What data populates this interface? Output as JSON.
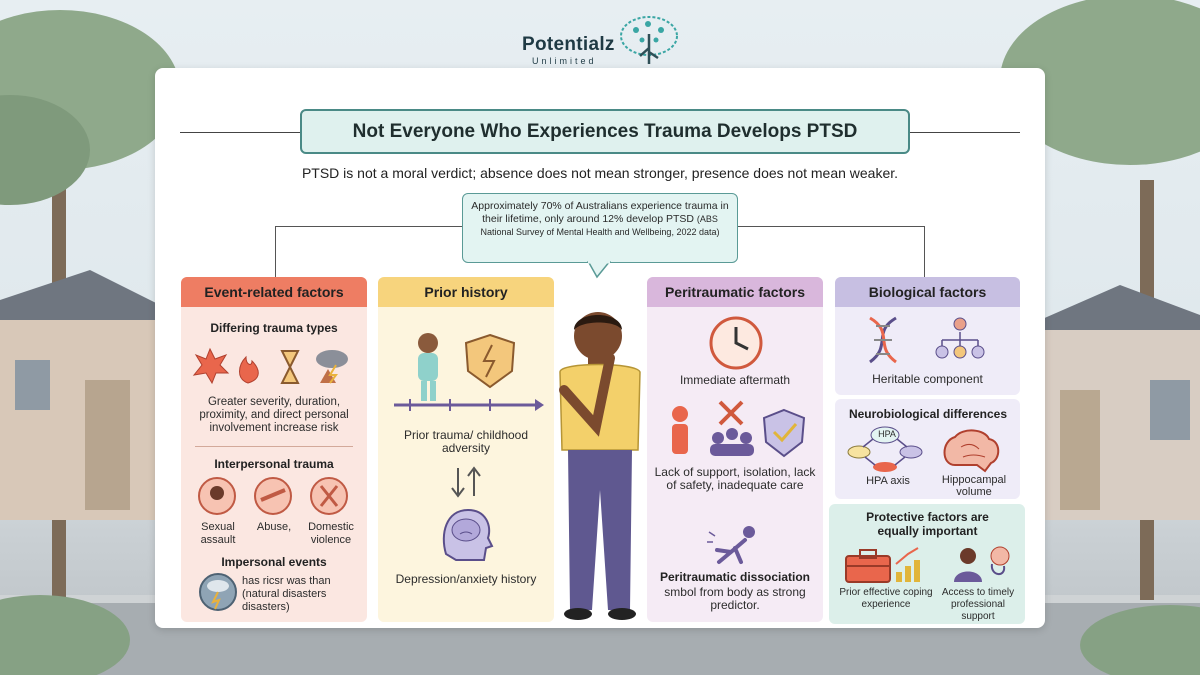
{
  "logo": {
    "name": "Potentialz",
    "sub": "Unlimited"
  },
  "title": "Not Everyone Who Experiences Trauma Develops PTSD",
  "subtitle": "PTSD is not a moral verdict; absence does not mean stronger, presence does not mean weaker.",
  "callout": {
    "main": "Approximately 70% of Australians experience trauma in their lifetime, only around 12% develop PTSD",
    "source": "(ABS National Survey of Mental Health and Wellbeing, 2022 data)"
  },
  "event": {
    "heading": "Event-related factors",
    "types_heading": "Differing trauma types",
    "types_text": "Greater severity, duration, proximity, and direct personal involvement increase risk",
    "interpersonal_heading": "Interpersonal trauma",
    "interpersonal_items": [
      "Sexual assault",
      "Abuse,",
      "Domestic violence"
    ],
    "impersonal_heading": "Impersonal events",
    "impersonal_text": "has ricsr was than (natural disasters disasters)"
  },
  "prior": {
    "heading": "Prior history",
    "trauma_text": "Prior trauma/ childhood adversity",
    "depression_text": "Depression/anxiety history"
  },
  "peri": {
    "heading": "Peritraumatic factors",
    "aftermath": "Immediate aftermath",
    "support": "Lack of support, isolation, lack of safety, inadequate care",
    "dissociation_title": "Peritraumatic dissociation",
    "dissociation_text": "smbol from body as strong predictor."
  },
  "bio": {
    "heading": "Biological factors",
    "heritable": "Heritable component",
    "neuro_heading": "Neurobiological differences",
    "hpa_label": "HPA",
    "hpa_axis": "HPA axis",
    "hippocampal": "Hippocampal volume"
  },
  "protective": {
    "heading": "Protective factors are equally important",
    "coping": "Prior effective coping experience",
    "access": "Access to timely professional support"
  },
  "colors": {
    "event_head": "#ee7d63",
    "event_bg": "#fbe7e1",
    "prior_head": "#f7d47d",
    "prior_bg": "#fdf5de",
    "peri_head": "#d9b7dc",
    "peri_bg": "#f5ebf5",
    "bio_head": "#c7bfe2",
    "bio_bg": "#efecf8",
    "protect_bg": "#dcefea"
  }
}
